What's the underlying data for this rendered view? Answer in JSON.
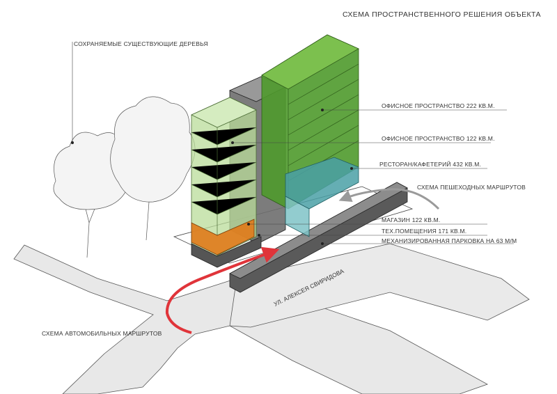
{
  "title": "СХЕМА ПРОСТРАНСТВЕННОГО РЕШЕНИЯ ОБЪЕКТА",
  "labels": {
    "trees": "СОХРАНЯЕМЫЕ СУЩЕСТВУЮЩИЕ ДЕРЕВЬЯ",
    "office_222": "ОФИСНОЕ ПРОСТРАНСТВО 222 КВ.М.",
    "office_122": "ОФИСНОЕ ПРОСТРАНСТВО 122 КВ.М.",
    "restaurant": "РЕСТОРАН/КАФЕТЕРИЙ 432 КВ.М.",
    "pedestrian": "СХЕМА ПЕШЕХОДНЫХ МАРШРУТОВ",
    "shop": "МАГАЗИН 122 КВ.М.",
    "tech": "ТЕХ.ПОМЕЩЕНИЯ 171 КВ.М.",
    "parking": "МЕХАНИЗИРОВАННАЯ ПАРКОВКА НА 63 М/М",
    "street": "УЛ. АЛЕКСЕЯ СВИРИДОВА",
    "car_routes": "СХЕМА АВТОМОБИЛЬНЫХ  МАРШРУТОВ"
  },
  "colors": {
    "green_dark": "#4f9a2c",
    "green_light": "#b9dc9a",
    "gray_core": "#6e6e6e",
    "teal": "#4aa0a6",
    "orange": "#e07a1a",
    "road": "#e6e6e6",
    "route_red": "#e0343a",
    "route_gray": "#9a9a9a"
  }
}
